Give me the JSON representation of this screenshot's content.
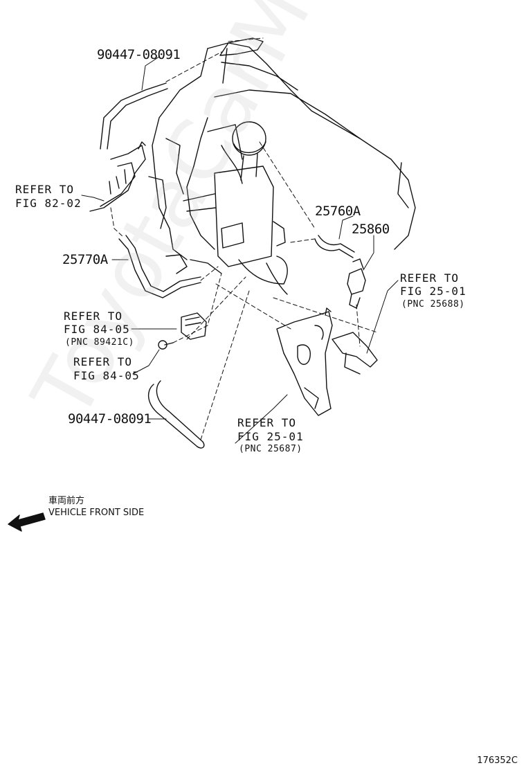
{
  "labels": {
    "hose_top": "90447-08091",
    "hose_bottom": "90447-08091",
    "part_25770a": "25770A",
    "part_25760a": "25760A",
    "part_25860": "25860"
  },
  "refs": [
    {
      "id": "fig8202",
      "line1": "REFER TO",
      "line2": "FIG 82-02",
      "pnc": ""
    },
    {
      "id": "fig8405a",
      "line1": "REFER TO",
      "line2": "FIG 84-05",
      "pnc": "(PNC 89421C)"
    },
    {
      "id": "fig8405b",
      "line1": "REFER TO",
      "line2": "FIG 84-05",
      "pnc": ""
    },
    {
      "id": "fig2501a",
      "line1": "REFER TO",
      "line2": "FIG 25-01",
      "pnc": "(PNC 25688)"
    },
    {
      "id": "fig2501b",
      "line1": "REFER TO",
      "line2": "FIG 25-01",
      "pnc": "(PNC 25687)"
    }
  ],
  "direction": {
    "jp": "車両前方",
    "en": "VEHICLE FRONT SIDE"
  },
  "watermark": "ToyotaCarMe.ru",
  "figure_code": "176352C",
  "colors": {
    "line": "#111111",
    "watermark": "#bebebe"
  }
}
